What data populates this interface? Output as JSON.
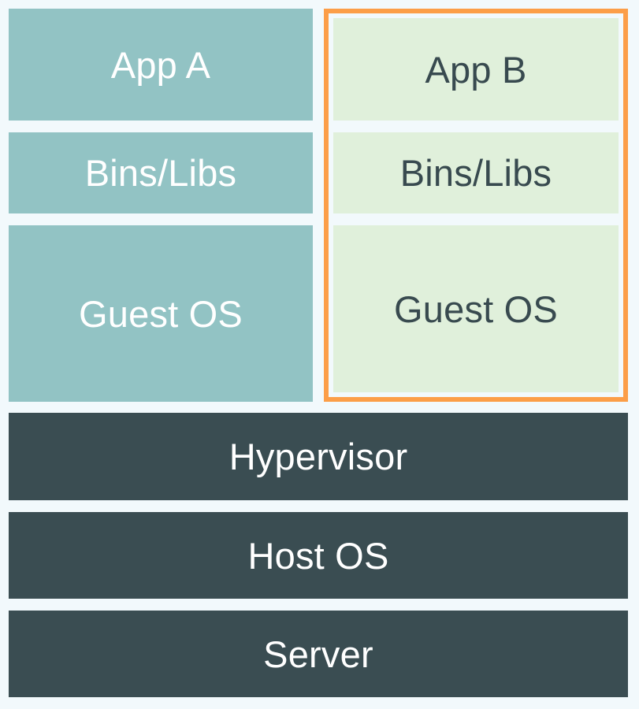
{
  "vm_a": {
    "app": "App A",
    "bins_libs": "Bins/Libs",
    "guest_os": "Guest OS"
  },
  "vm_b": {
    "app": "App B",
    "bins_libs": "Bins/Libs",
    "guest_os": "Guest OS"
  },
  "host_stack": {
    "hypervisor": "Hypervisor",
    "host_os": "Host OS",
    "server": "Server"
  },
  "colors": {
    "background": "#f2f9fc",
    "vm_a_fill": "#92c3c4",
    "vm_b_fill": "#e0f0db",
    "vm_b_highlight_border": "#fc9e48",
    "host_fill": "#3a4d52",
    "light_text": "#ffffff",
    "dark_text": "#384a4f"
  }
}
